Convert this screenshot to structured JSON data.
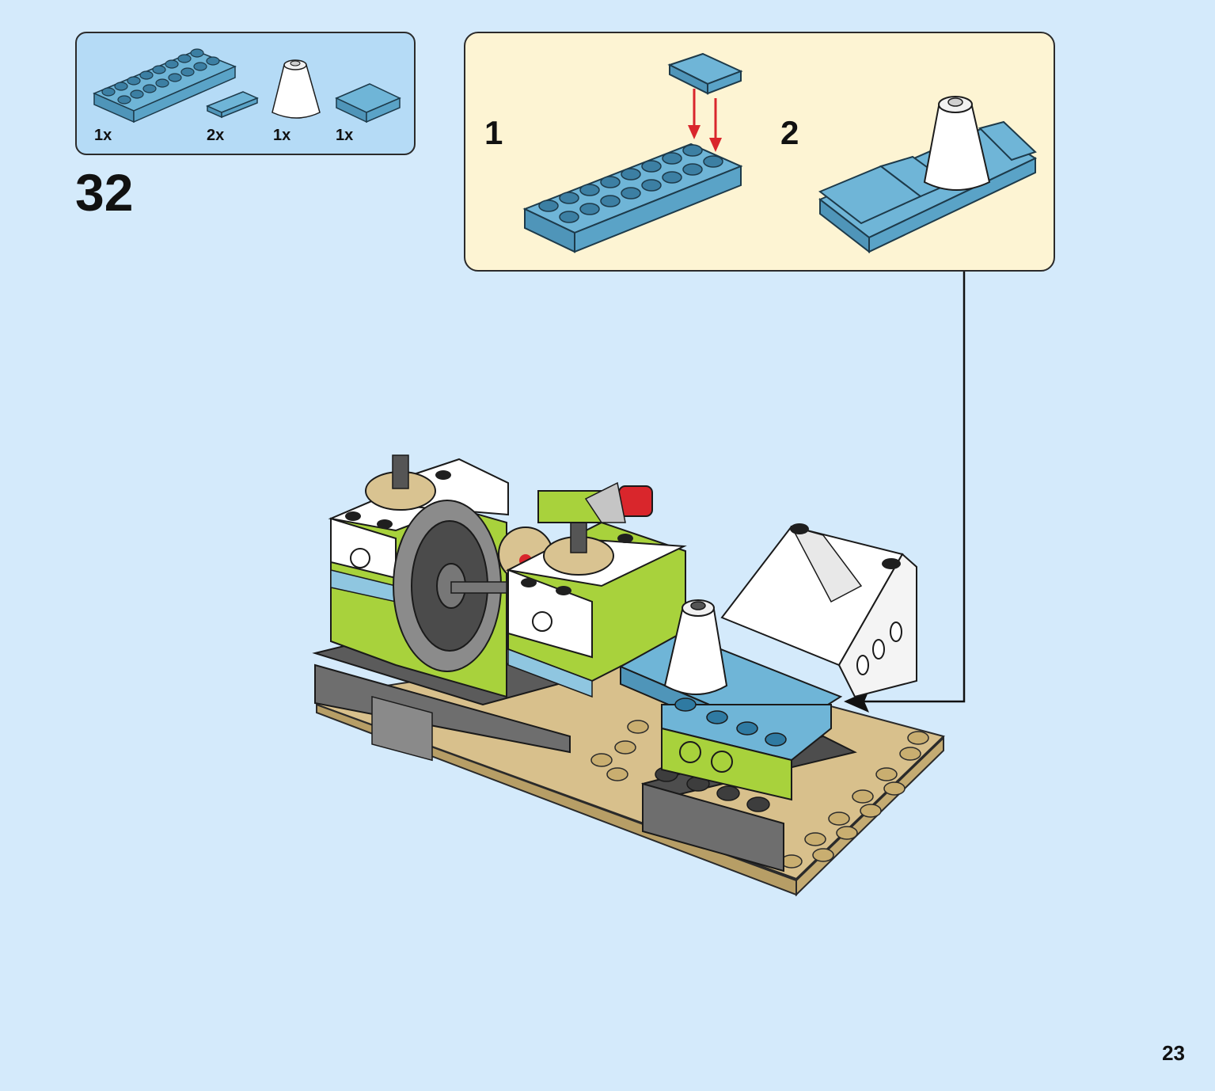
{
  "parts_list": {
    "items": [
      {
        "part": "plate-2x8",
        "color": "#6fb5d7",
        "quantity": "1x"
      },
      {
        "part": "tile-1x2",
        "color": "#6fb5d7",
        "quantity": "2x"
      },
      {
        "part": "cone-2x2x2",
        "color": "#ffffff",
        "quantity": "1x"
      },
      {
        "part": "tile-2x2",
        "color": "#6fb5d7",
        "quantity": "1x"
      }
    ]
  },
  "step": {
    "number": "32"
  },
  "sub_assembly": {
    "steps": [
      {
        "number": "1"
      },
      {
        "number": "2"
      }
    ]
  },
  "colors": {
    "background": "#d4eafb",
    "parts_box": "#b5dbf6",
    "subassembly_box": "#fdf4d3",
    "medium_azure": "#6fb5d7",
    "arrow_red": "#d9262c"
  },
  "page": {
    "number": "23"
  }
}
